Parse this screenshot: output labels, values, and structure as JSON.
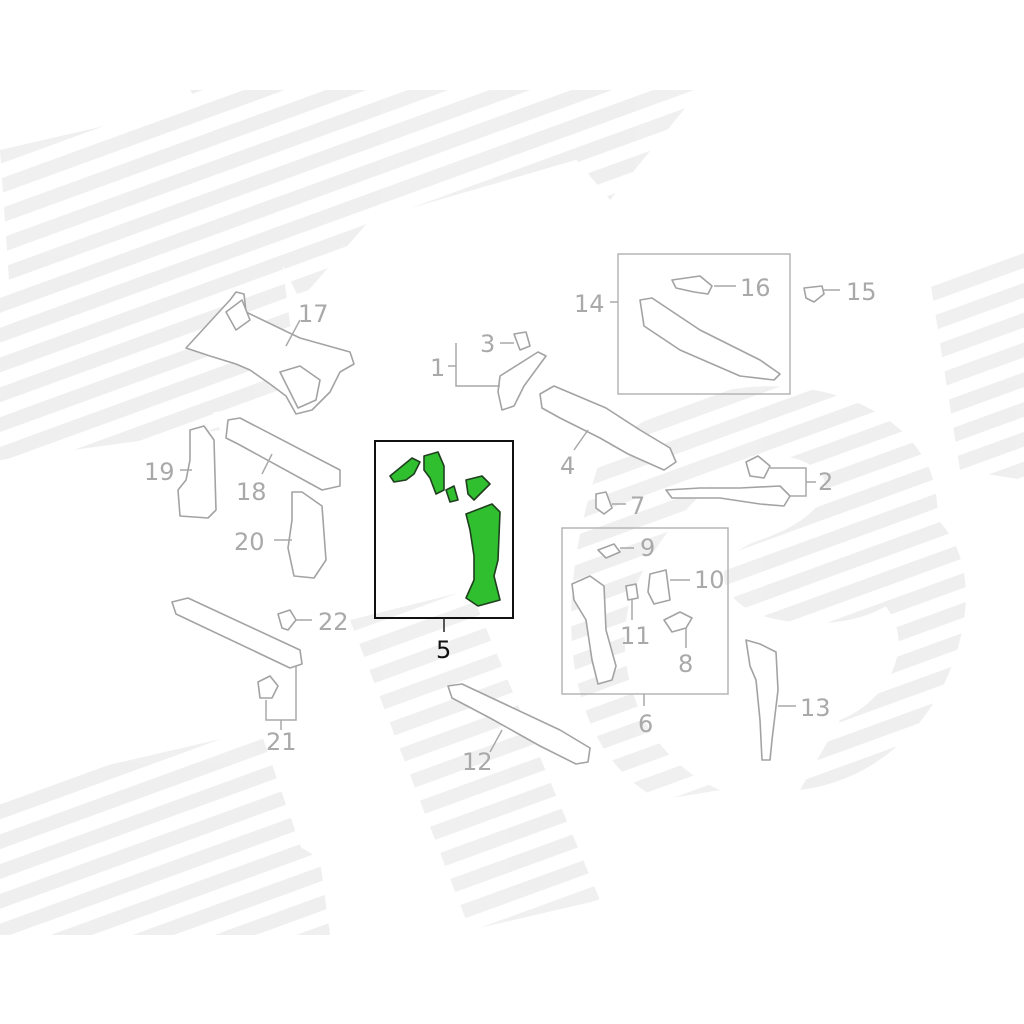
{
  "colors": {
    "highlight": "#2fbf2f",
    "part_outline": "#a3a3a3",
    "label": "#a9a9a9",
    "main_label": "#111111",
    "watermark": "#dcdcdc"
  },
  "callouts": {
    "c1": "1",
    "c2": "2",
    "c3": "3",
    "c4": "4",
    "c5": "5",
    "c6": "6",
    "c7": "7",
    "c8": "8",
    "c9": "9",
    "c10": "10",
    "c11": "11",
    "c12": "12",
    "c13": "13",
    "c14": "14",
    "c15": "15",
    "c16": "16",
    "c17": "17",
    "c18": "18",
    "c19": "19",
    "c20": "20",
    "c21": "21",
    "c22": "22"
  },
  "highlighted_part": "5"
}
